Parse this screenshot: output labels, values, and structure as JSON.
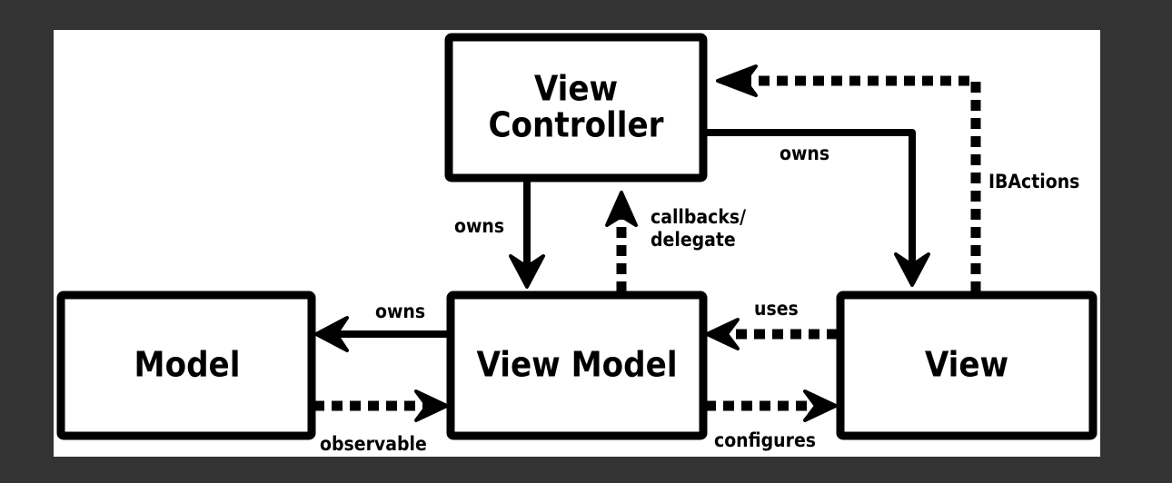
{
  "colors": {
    "background": "#333333",
    "canvas": "#ffffff",
    "ink": "#000000"
  },
  "nodes": {
    "view_controller": {
      "line1": "View",
      "line2": "Controller"
    },
    "model": {
      "label": "Model"
    },
    "view_model": {
      "label": "View Model"
    },
    "view": {
      "label": "View"
    }
  },
  "edges": {
    "vc_owns_vm": "owns",
    "vm_callbacks_vc_line1": "callbacks/",
    "vm_callbacks_vc_line2": "delegate",
    "vc_owns_view": "owns",
    "view_ibactions_vc": "IBActions",
    "vm_owns_model": "owns",
    "model_observable_vm": "observable",
    "view_uses_vm": "uses",
    "vm_configures_view": "configures"
  }
}
